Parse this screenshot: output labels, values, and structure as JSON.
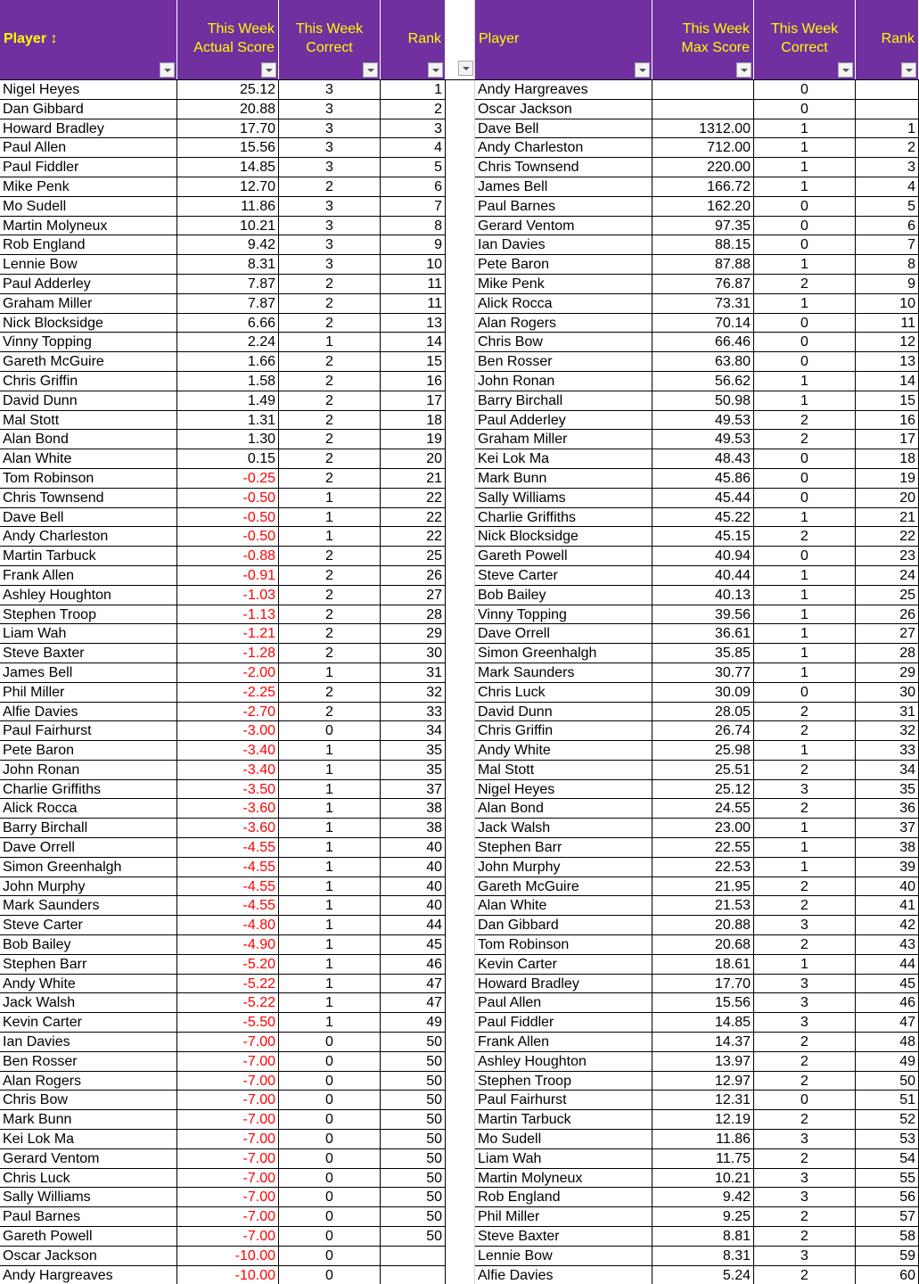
{
  "left_table": {
    "headers": {
      "player": "Player ↕",
      "score": "This Week Actual Score",
      "correct": "This Week Correct",
      "rank": "Rank"
    },
    "rows": [
      [
        "Nigel Heyes",
        "25.12",
        "3",
        "1"
      ],
      [
        "Dan Gibbard",
        "20.88",
        "3",
        "2"
      ],
      [
        "Howard Bradley",
        "17.70",
        "3",
        "3"
      ],
      [
        "Paul Allen",
        "15.56",
        "3",
        "4"
      ],
      [
        "Paul Fiddler",
        "14.85",
        "3",
        "5"
      ],
      [
        "Mike Penk",
        "12.70",
        "2",
        "6"
      ],
      [
        "Mo Sudell",
        "11.86",
        "3",
        "7"
      ],
      [
        "Martin Molyneux",
        "10.21",
        "3",
        "8"
      ],
      [
        "Rob England",
        "9.42",
        "3",
        "9"
      ],
      [
        "Lennie Bow",
        "8.31",
        "3",
        "10"
      ],
      [
        "Paul Adderley",
        "7.87",
        "2",
        "11"
      ],
      [
        "Graham Miller",
        "7.87",
        "2",
        "11"
      ],
      [
        "Nick Blocksidge",
        "6.66",
        "2",
        "13"
      ],
      [
        "Vinny Topping",
        "2.24",
        "1",
        "14"
      ],
      [
        "Gareth McGuire",
        "1.66",
        "2",
        "15"
      ],
      [
        "Chris Griffin",
        "1.58",
        "2",
        "16"
      ],
      [
        "David Dunn",
        "1.49",
        "2",
        "17"
      ],
      [
        "Mal Stott",
        "1.31",
        "2",
        "18"
      ],
      [
        "Alan Bond",
        "1.30",
        "2",
        "19"
      ],
      [
        "Alan White",
        "0.15",
        "2",
        "20"
      ],
      [
        "Tom Robinson",
        "-0.25",
        "2",
        "21"
      ],
      [
        "Chris Townsend",
        "-0.50",
        "1",
        "22"
      ],
      [
        "Dave Bell",
        "-0.50",
        "1",
        "22"
      ],
      [
        "Andy Charleston",
        "-0.50",
        "1",
        "22"
      ],
      [
        "Martin Tarbuck",
        "-0.88",
        "2",
        "25"
      ],
      [
        "Frank Allen",
        "-0.91",
        "2",
        "26"
      ],
      [
        "Ashley Houghton",
        "-1.03",
        "2",
        "27"
      ],
      [
        "Stephen Troop",
        "-1.13",
        "2",
        "28"
      ],
      [
        "Liam Wah",
        "-1.21",
        "2",
        "29"
      ],
      [
        "Steve Baxter",
        "-1.28",
        "2",
        "30"
      ],
      [
        "James Bell",
        "-2.00",
        "1",
        "31"
      ],
      [
        "Phil Miller",
        "-2.25",
        "2",
        "32"
      ],
      [
        "Alfie Davies",
        "-2.70",
        "2",
        "33"
      ],
      [
        "Paul Fairhurst",
        "-3.00",
        "0",
        "34"
      ],
      [
        "Pete Baron",
        "-3.40",
        "1",
        "35"
      ],
      [
        "John Ronan",
        "-3.40",
        "1",
        "35"
      ],
      [
        "Charlie Griffiths",
        "-3.50",
        "1",
        "37"
      ],
      [
        "Alick Rocca",
        "-3.60",
        "1",
        "38"
      ],
      [
        "Barry Birchall",
        "-3.60",
        "1",
        "38"
      ],
      [
        "Dave Orrell",
        "-4.55",
        "1",
        "40"
      ],
      [
        "Simon Greenhalgh",
        "-4.55",
        "1",
        "40"
      ],
      [
        "John Murphy",
        "-4.55",
        "1",
        "40"
      ],
      [
        "Mark Saunders",
        "-4.55",
        "1",
        "40"
      ],
      [
        "Steve Carter",
        "-4.80",
        "1",
        "44"
      ],
      [
        "Bob Bailey",
        "-4.90",
        "1",
        "45"
      ],
      [
        "Stephen Barr",
        "-5.20",
        "1",
        "46"
      ],
      [
        "Andy White",
        "-5.22",
        "1",
        "47"
      ],
      [
        "Jack Walsh",
        "-5.22",
        "1",
        "47"
      ],
      [
        "Kevin Carter",
        "-5.50",
        "1",
        "49"
      ],
      [
        "Ian Davies",
        "-7.00",
        "0",
        "50"
      ],
      [
        "Ben Rosser",
        "-7.00",
        "0",
        "50"
      ],
      [
        "Alan Rogers",
        "-7.00",
        "0",
        "50"
      ],
      [
        "Chris Bow",
        "-7.00",
        "0",
        "50"
      ],
      [
        "Mark Bunn",
        "-7.00",
        "0",
        "50"
      ],
      [
        "Kei Lok Ma",
        "-7.00",
        "0",
        "50"
      ],
      [
        "Gerard Ventom",
        "-7.00",
        "0",
        "50"
      ],
      [
        "Chris Luck",
        "-7.00",
        "0",
        "50"
      ],
      [
        "Sally Williams",
        "-7.00",
        "0",
        "50"
      ],
      [
        "Paul Barnes",
        "-7.00",
        "0",
        "50"
      ],
      [
        "Gareth Powell",
        "-7.00",
        "0",
        "50"
      ],
      [
        "Oscar Jackson",
        "-10.00",
        "0",
        ""
      ],
      [
        "Andy Hargreaves",
        "-10.00",
        "0",
        ""
      ]
    ]
  },
  "right_table": {
    "headers": {
      "player": "Player",
      "score": "This Week Max Score",
      "correct": "This Week Correct",
      "rank": "Rank"
    },
    "rows": [
      [
        "Andy Hargreaves",
        "",
        "0",
        ""
      ],
      [
        "Oscar Jackson",
        "",
        "0",
        ""
      ],
      [
        "Dave Bell",
        "1312.00",
        "1",
        "1"
      ],
      [
        "Andy Charleston",
        "712.00",
        "1",
        "2"
      ],
      [
        "Chris Townsend",
        "220.00",
        "1",
        "3"
      ],
      [
        "James Bell",
        "166.72",
        "1",
        "4"
      ],
      [
        "Paul Barnes",
        "162.20",
        "0",
        "5"
      ],
      [
        "Gerard Ventom",
        "97.35",
        "0",
        "6"
      ],
      [
        "Ian Davies",
        "88.15",
        "0",
        "7"
      ],
      [
        "Pete Baron",
        "87.88",
        "1",
        "8"
      ],
      [
        "Mike Penk",
        "76.87",
        "2",
        "9"
      ],
      [
        "Alick Rocca",
        "73.31",
        "1",
        "10"
      ],
      [
        "Alan Rogers",
        "70.14",
        "0",
        "11"
      ],
      [
        "Chris Bow",
        "66.46",
        "0",
        "12"
      ],
      [
        "Ben Rosser",
        "63.80",
        "0",
        "13"
      ],
      [
        "John Ronan",
        "56.62",
        "1",
        "14"
      ],
      [
        "Barry Birchall",
        "50.98",
        "1",
        "15"
      ],
      [
        "Paul Adderley",
        "49.53",
        "2",
        "16"
      ],
      [
        "Graham Miller",
        "49.53",
        "2",
        "17"
      ],
      [
        "Kei Lok Ma",
        "48.43",
        "0",
        "18"
      ],
      [
        "Mark Bunn",
        "45.86",
        "0",
        "19"
      ],
      [
        "Sally Williams",
        "45.44",
        "0",
        "20"
      ],
      [
        "Charlie Griffiths",
        "45.22",
        "1",
        "21"
      ],
      [
        "Nick Blocksidge",
        "45.15",
        "2",
        "22"
      ],
      [
        "Gareth Powell",
        "40.94",
        "0",
        "23"
      ],
      [
        "Steve Carter",
        "40.44",
        "1",
        "24"
      ],
      [
        "Bob Bailey",
        "40.13",
        "1",
        "25"
      ],
      [
        "Vinny Topping",
        "39.56",
        "1",
        "26"
      ],
      [
        "Dave Orrell",
        "36.61",
        "1",
        "27"
      ],
      [
        "Simon Greenhalgh",
        "35.85",
        "1",
        "28"
      ],
      [
        "Mark Saunders",
        "30.77",
        "1",
        "29"
      ],
      [
        "Chris Luck",
        "30.09",
        "0",
        "30"
      ],
      [
        "David Dunn",
        "28.05",
        "2",
        "31"
      ],
      [
        "Chris Griffin",
        "26.74",
        "2",
        "32"
      ],
      [
        "Andy White",
        "25.98",
        "1",
        "33"
      ],
      [
        "Mal Stott",
        "25.51",
        "2",
        "34"
      ],
      [
        "Nigel Heyes",
        "25.12",
        "3",
        "35"
      ],
      [
        "Alan Bond",
        "24.55",
        "2",
        "36"
      ],
      [
        "Jack Walsh",
        "23.00",
        "1",
        "37"
      ],
      [
        "Stephen Barr",
        "22.55",
        "1",
        "38"
      ],
      [
        "John Murphy",
        "22.53",
        "1",
        "39"
      ],
      [
        "Gareth McGuire",
        "21.95",
        "2",
        "40"
      ],
      [
        "Alan White",
        "21.53",
        "2",
        "41"
      ],
      [
        "Dan Gibbard",
        "20.88",
        "3",
        "42"
      ],
      [
        "Tom Robinson",
        "20.68",
        "2",
        "43"
      ],
      [
        "Kevin Carter",
        "18.61",
        "1",
        "44"
      ],
      [
        "Howard Bradley",
        "17.70",
        "3",
        "45"
      ],
      [
        "Paul Allen",
        "15.56",
        "3",
        "46"
      ],
      [
        "Paul Fiddler",
        "14.85",
        "3",
        "47"
      ],
      [
        "Frank Allen",
        "14.37",
        "2",
        "48"
      ],
      [
        "Ashley Houghton",
        "13.97",
        "2",
        "49"
      ],
      [
        "Stephen Troop",
        "12.97",
        "2",
        "50"
      ],
      [
        "Paul Fairhurst",
        "12.31",
        "0",
        "51"
      ],
      [
        "Martin Tarbuck",
        "12.19",
        "2",
        "52"
      ],
      [
        "Mo Sudell",
        "11.86",
        "3",
        "53"
      ],
      [
        "Liam Wah",
        "11.75",
        "2",
        "54"
      ],
      [
        "Martin Molyneux",
        "10.21",
        "3",
        "55"
      ],
      [
        "Rob England",
        "9.42",
        "3",
        "56"
      ],
      [
        "Phil Miller",
        "9.25",
        "2",
        "57"
      ],
      [
        "Steve Baxter",
        "8.81",
        "2",
        "58"
      ],
      [
        "Lennie Bow",
        "8.31",
        "3",
        "59"
      ],
      [
        "Alfie Davies",
        "5.24",
        "2",
        "60"
      ]
    ]
  },
  "colors": {
    "header_bg": "#7030a0",
    "header_text": "#ffff00",
    "negative_text": "#ff0000"
  }
}
